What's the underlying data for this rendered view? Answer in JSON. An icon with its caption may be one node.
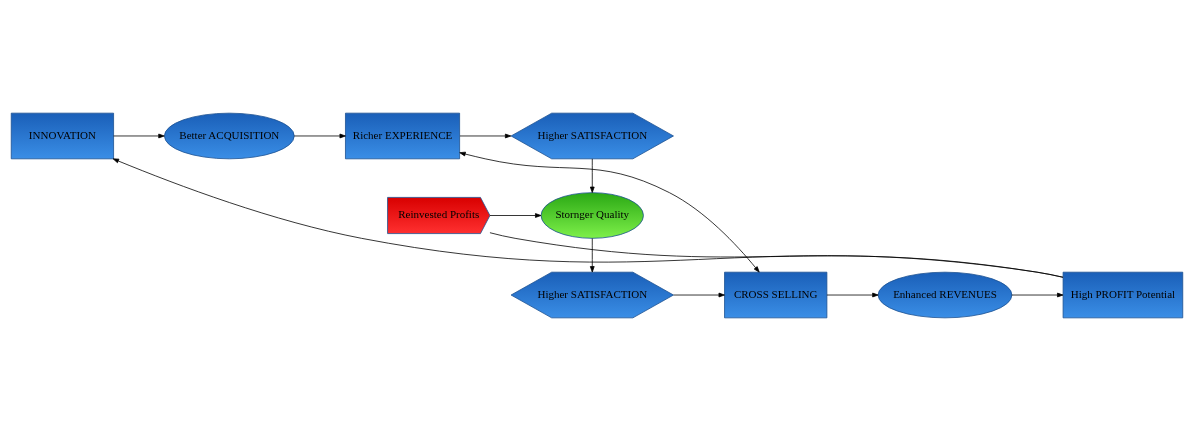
{
  "diagram": {
    "nodes": [
      {
        "text": [
          "INNOVATION"
        ]
      },
      {
        "text": [
          "Better ACQUISITION"
        ]
      },
      {
        "text": [
          "Richer EXPERIENCE"
        ]
      },
      {
        "text": [
          "Higher SATISFACTION"
        ]
      },
      {
        "text": [
          "Reinvested Profits"
        ]
      },
      {
        "text": [
          "Stornger Quality"
        ]
      },
      {
        "text": [
          "High PROFIT Potential"
        ]
      },
      {
        "text": [
          "Enhanced REVENUES"
        ]
      },
      {
        "text": [
          "CROSS SELLING"
        ]
      },
      {
        "text": [
          "Higher SATISFACTION"
        ]
      }
    ],
    "edges": [
      {
        "from": 0,
        "to": 1,
        "arrow": "to"
      },
      {
        "from": 1,
        "to": 2,
        "arrow": "to"
      },
      {
        "from": 2,
        "to": 3,
        "arrow": "to"
      },
      {
        "from": 3,
        "to": 5,
        "arrow": "to"
      },
      {
        "from": 5,
        "to": 9,
        "arrow": "to"
      },
      {
        "from": 9,
        "to": 8,
        "arrow": "to"
      },
      {
        "from": 8,
        "to": 7,
        "arrow": "to"
      },
      {
        "from": 7,
        "to": 6,
        "arrow": "to"
      },
      {
        "from": 6,
        "to": 0,
        "arrow": "to"
      },
      {
        "from": 6,
        "to": 4,
        "arrow": "none"
      },
      {
        "from": 4,
        "to": 5,
        "arrow": "to"
      },
      {
        "from": 2,
        "to": 8,
        "arrow": "both"
      }
    ]
  }
}
